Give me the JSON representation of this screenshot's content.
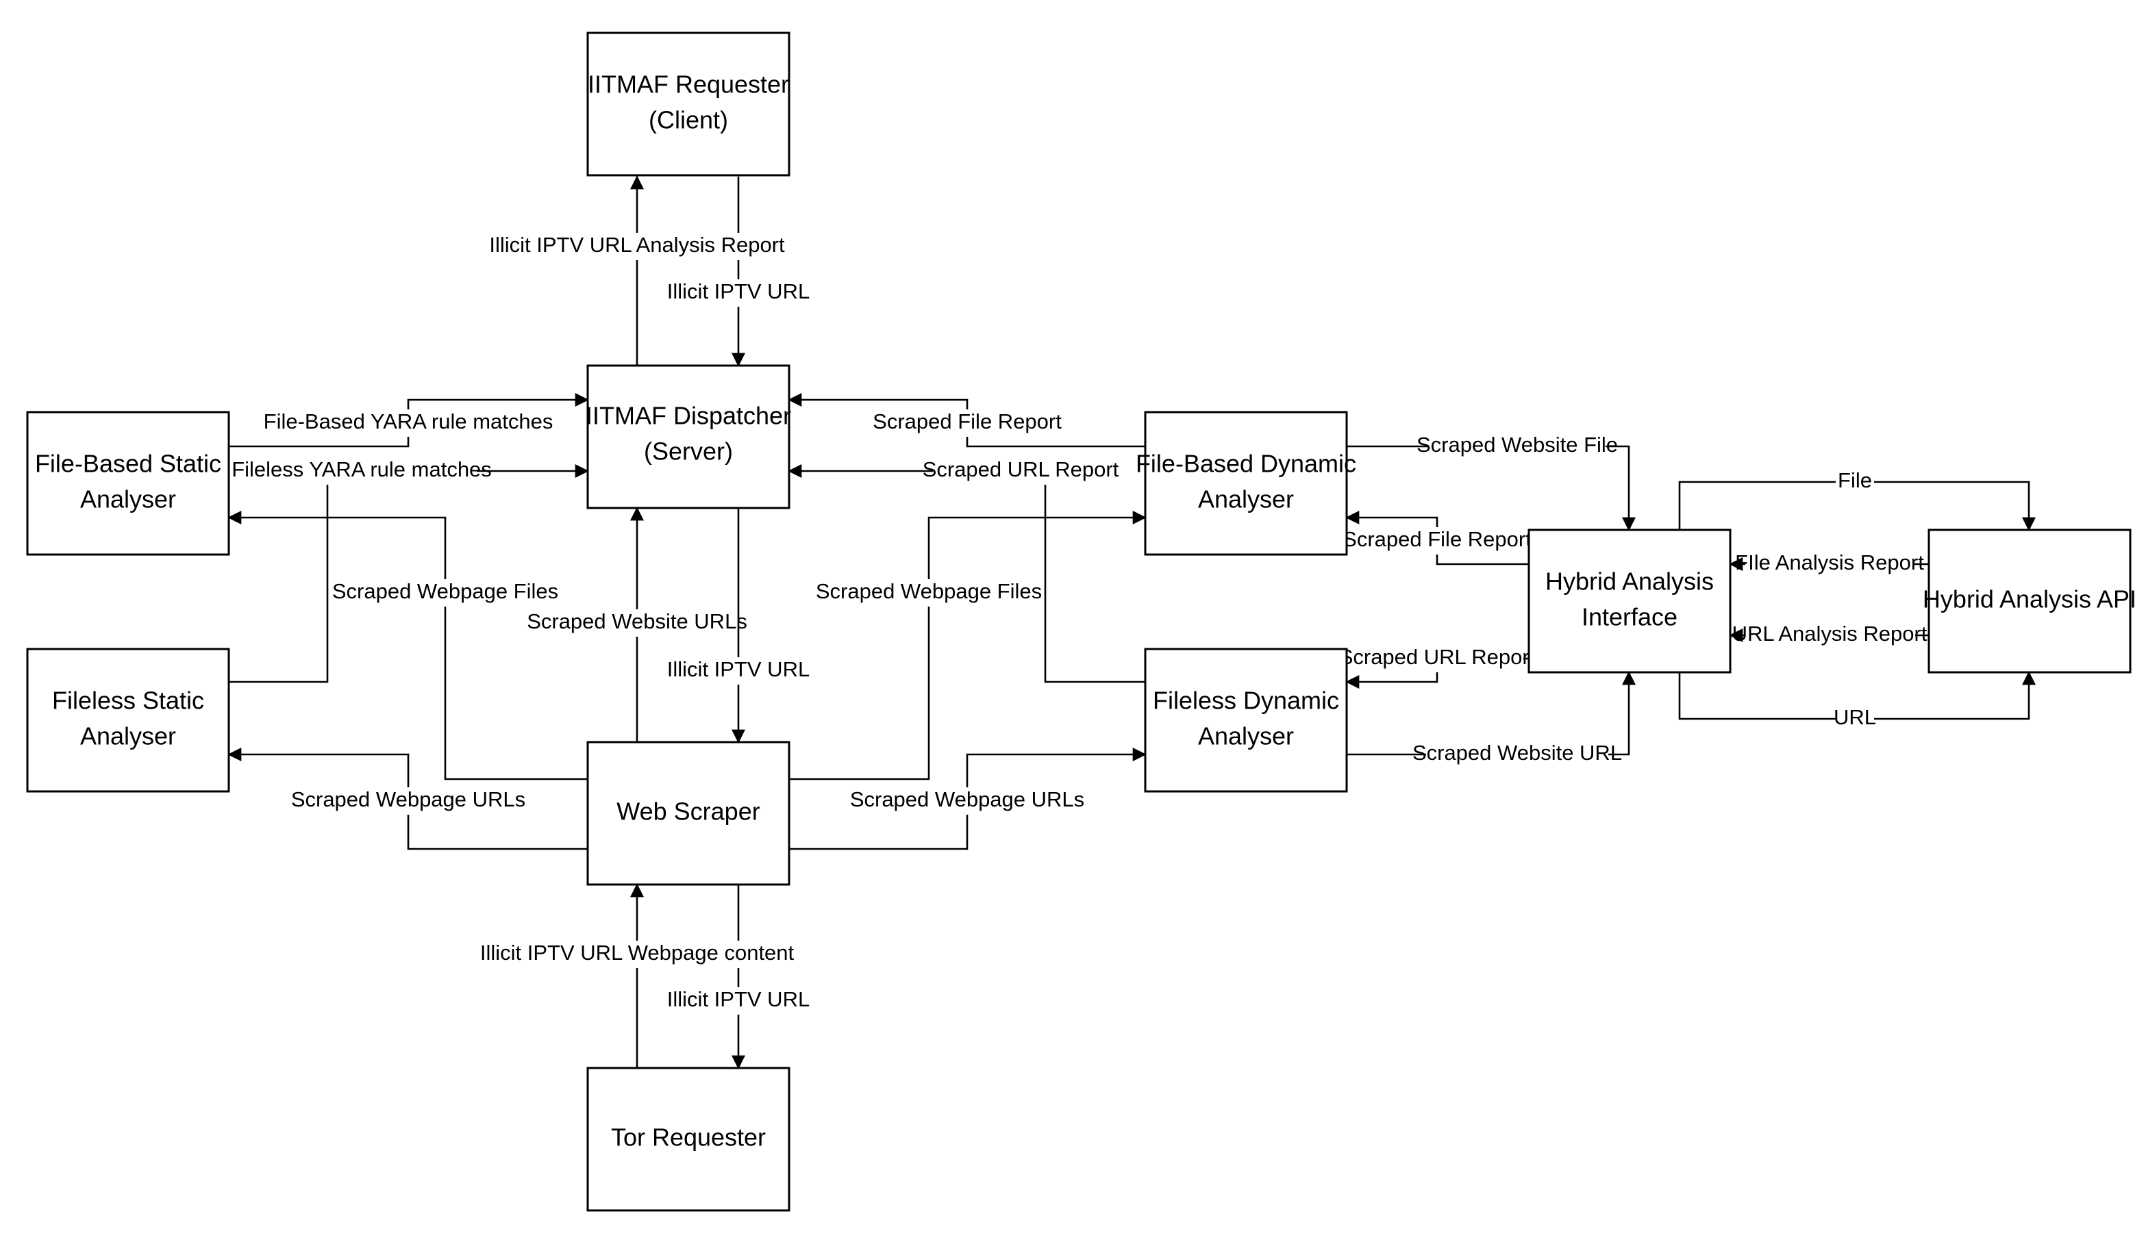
{
  "diagram": {
    "nodes": {
      "requester": {
        "line1": "IITMAF Requester",
        "line2": "(Client)"
      },
      "dispatcher": {
        "line1": "IITMAF Dispatcher",
        "line2": "(Server)"
      },
      "fb_static": {
        "line1": "File-Based Static",
        "line2": "Analyser"
      },
      "fl_static": {
        "line1": "Fileless Static",
        "line2": "Analyser"
      },
      "scraper": {
        "line1": "Web Scraper"
      },
      "tor": {
        "line1": "Tor Requester"
      },
      "fb_dynamic": {
        "line1": "File-Based Dynamic",
        "line2": "Analyser"
      },
      "fl_dynamic": {
        "line1": "Fileless Dynamic",
        "line2": "Analyser"
      },
      "hybrid_interface": {
        "line1": "Hybrid Analysis",
        "line2": "Interface"
      },
      "hybrid_api": {
        "line1": "Hybrid Analysis API"
      }
    },
    "edges": {
      "report_to_client": "Illicit IPTV URL Analysis Report",
      "url_to_dispatcher": "Illicit IPTV URL",
      "fb_yara": "File-Based YARA rule matches",
      "fl_yara": "Fileless YARA rule matches",
      "scraped_file_report_dispatcher": "Scraped File Report",
      "scraped_url_report_dispatcher": "Scraped URL Report",
      "scraped_webpage_files_left": "Scraped Webpage Files",
      "scraped_website_urls": "Scraped Website URLs",
      "url_to_scraper": "Illicit IPTV URL",
      "scraped_webpage_files_right": "Scraped Webpage Files",
      "scraped_webpage_urls_left": "Scraped Webpage URLs",
      "scraped_webpage_urls_right": "Scraped Webpage URLs",
      "webpage_content": "Illicit IPTV URL Webpage content",
      "url_to_tor": "Illicit IPTV URL",
      "scraped_website_file": "Scraped Website File",
      "scraped_file_report_interface": "Scraped File Report",
      "scraped_url_report_interface": "Scraped URL Report",
      "scraped_website_url": "Scraped Website URL",
      "file_to_api": "File",
      "file_analysis_report": "FIle Analysis Report",
      "url_analysis_report": "URL Analysis Report",
      "url_to_api": "URL"
    }
  }
}
